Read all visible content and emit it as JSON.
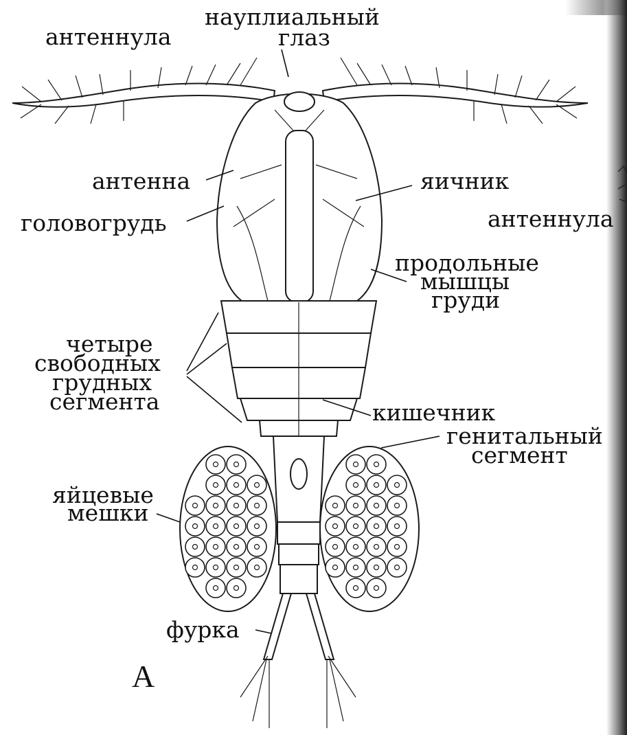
{
  "labels": {
    "antennula_left": "антеннула",
    "naupliar_eye_1": "науплиальный",
    "naupliar_eye_2": "глаз",
    "antenna": "антенна",
    "cephalothorax": "головогрудь",
    "ovary": "яичник",
    "antennula_right": "антеннула",
    "muscles_1": "продольные",
    "muscles_2": "мышцы",
    "muscles_3": "груди",
    "segments_1": "четыре",
    "segments_2": "свободных",
    "segments_3": "грудных",
    "segments_4": "сегмента",
    "intestine": "кишечник",
    "genital_1": "генитальный",
    "genital_2": "сегмент",
    "egg_sacs_1": "яйцевые",
    "egg_sacs_2": "мешки",
    "furca": "фурка",
    "figure_letter": "А"
  }
}
